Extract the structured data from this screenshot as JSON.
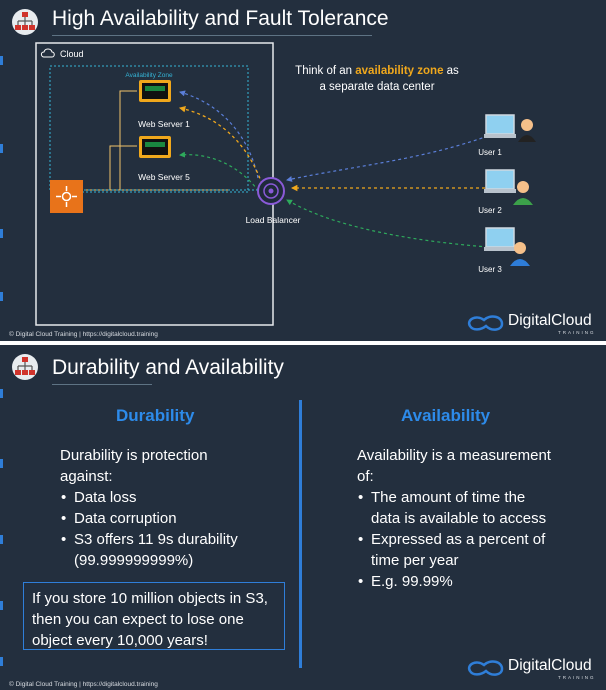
{
  "slide1": {
    "title": "High Availability and Fault Tolerance",
    "cloud_label": "Cloud",
    "az_label": "Availability Zone",
    "server1_label": "Web Server 1",
    "server2_label": "Web Server 5",
    "lb_label": "Load Balancer",
    "note_prefix": "Think of an ",
    "note_highlight": "availability zone",
    "note_suffix": " as",
    "note_line2": "a separate data center",
    "users": [
      "User 1",
      "User 2",
      "User 3"
    ],
    "footer": "© Digital Cloud Training  |  https://digitalcloud.training",
    "brand": "DigitalCloud",
    "brand_sub": "TRAINING",
    "colors": {
      "highlight": "#f0a81c",
      "az_border": "#35b4d6",
      "orange_line": "#f0a81c",
      "blue_line": "#5b7fd9",
      "green_line": "#2eaa5c"
    }
  },
  "slide2": {
    "title": "Durability and Availability",
    "left_heading": "Durability",
    "left_intro_1": "Durability is protection",
    "left_intro_2": "against:",
    "left_bullets": [
      "Data loss",
      "Data corruption",
      "S3 offers 11 9s durability",
      "(99.999999999%)"
    ],
    "callout_lines": [
      "If you store 10 million objects in S3,",
      "then you can expect to lose one",
      "object every 10,000 years!"
    ],
    "right_heading": "Availability",
    "right_intro_1": "Availability is a measurement",
    "right_intro_2": "of:",
    "right_bullets": [
      [
        "The amount of time the",
        "data is available to access"
      ],
      [
        "Expressed as a percent of",
        "time per year"
      ],
      [
        "E.g. 99.99%"
      ]
    ],
    "footer": "© Digital Cloud Training  |  https://digitalcloud.training",
    "brand": "DigitalCloud",
    "brand_sub": "TRAINING",
    "colors": {
      "heading": "#2d8bea",
      "accent": "#2f7ed8"
    }
  }
}
